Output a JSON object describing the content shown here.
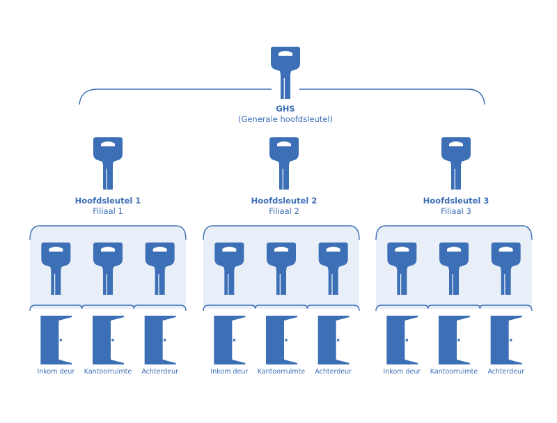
{
  "colors": {
    "accent": "#3c6fb5",
    "group_fill": "#e8eff9",
    "background": "#ffffff"
  },
  "root": {
    "icon": "key-icon",
    "title": "GHS",
    "subtitle": "(Generale hoofdsleutel)"
  },
  "branches": [
    {
      "title": "Hoofdsleutel 1",
      "subtitle": "Filiaal 1",
      "icon": "key-icon",
      "doors": [
        {
          "label": "Inkom deur",
          "key_icon": "key-icon",
          "door_icon": "door-icon"
        },
        {
          "label": "Kantoorruimte",
          "key_icon": "key-icon",
          "door_icon": "door-icon"
        },
        {
          "label": "Achterdeur",
          "key_icon": "key-icon",
          "door_icon": "door-icon"
        }
      ]
    },
    {
      "title": "Hoofdsleutel 2",
      "subtitle": "Filiaal 2",
      "icon": "key-icon",
      "doors": [
        {
          "label": "Inkom deur",
          "key_icon": "key-icon",
          "door_icon": "door-icon"
        },
        {
          "label": "Kantoorruimte",
          "key_icon": "key-icon",
          "door_icon": "door-icon"
        },
        {
          "label": "Achterdeur",
          "key_icon": "key-icon",
          "door_icon": "door-icon"
        }
      ]
    },
    {
      "title": "Hoofdsleutel 3",
      "subtitle": "Filiaal 3",
      "icon": "key-icon",
      "doors": [
        {
          "label": "Inkom deur",
          "key_icon": "key-icon",
          "door_icon": "door-icon"
        },
        {
          "label": "Kantoorruimte",
          "key_icon": "key-icon",
          "door_icon": "door-icon"
        },
        {
          "label": "Achterdeur",
          "key_icon": "key-icon",
          "door_icon": "door-icon"
        }
      ]
    }
  ]
}
